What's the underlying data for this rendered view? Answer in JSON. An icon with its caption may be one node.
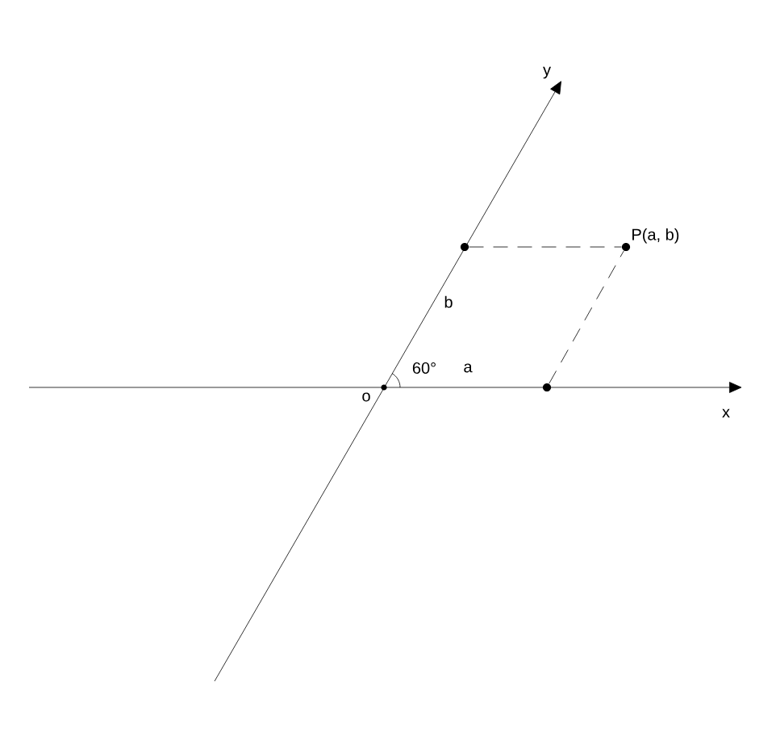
{
  "diagram": {
    "nodes": [
      {
        "text": [],
        "shape": "dot"
      },
      {
        "text": [],
        "shape": "dot",
        "beside": [
          "P(a, b)"
        ]
      },
      {
        "text": [],
        "shape": "dot"
      }
    ],
    "edges": [
      {
        "from": 0,
        "to": 1,
        "arrow": "none",
        "style": "dashed"
      },
      {
        "from": 2,
        "to": 1,
        "arrow": "none",
        "style": "dashed"
      }
    ],
    "labels": [
      "y",
      "b",
      "60°",
      "a",
      "o",
      "x"
    ]
  }
}
